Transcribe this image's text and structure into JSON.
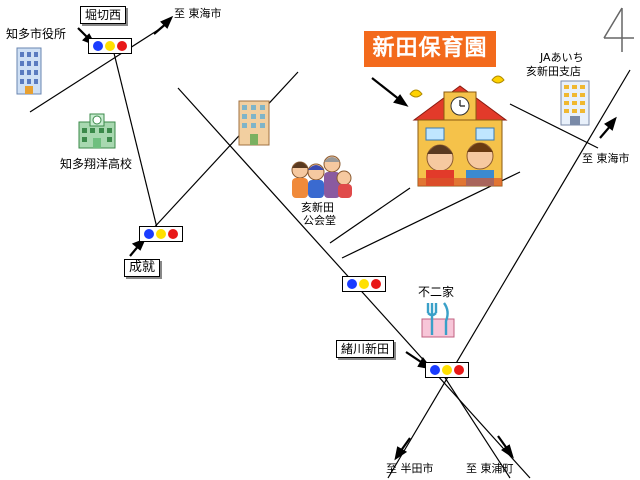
{
  "map": {
    "title": "新田保育園",
    "north_marker": "4",
    "places": {
      "city_hall": "知多市役所",
      "high_school": "知多翔洋高校",
      "community_hall_line1": "亥新田",
      "community_hall_line2": "公会堂",
      "ja_line1": "JAあいち",
      "ja_line2": "亥新田支店",
      "restaurant": "不二家"
    },
    "intersections": {
      "horikiri": "堀切西",
      "joju": "成就",
      "ogawa": "緒川新田"
    },
    "directions": {
      "tokai_top": "至 東海市",
      "tokai_right": "至 東海市",
      "handa": "至 半田市",
      "higashiura": "至 東浦町"
    },
    "colors": {
      "title_bg": "#f36a1c",
      "signal_blue": "#1a3cff",
      "signal_yellow": "#ffe000",
      "signal_red": "#e81818",
      "nursery_wall": "#f5c24a",
      "nursery_roof": "#e23a2a"
    }
  }
}
